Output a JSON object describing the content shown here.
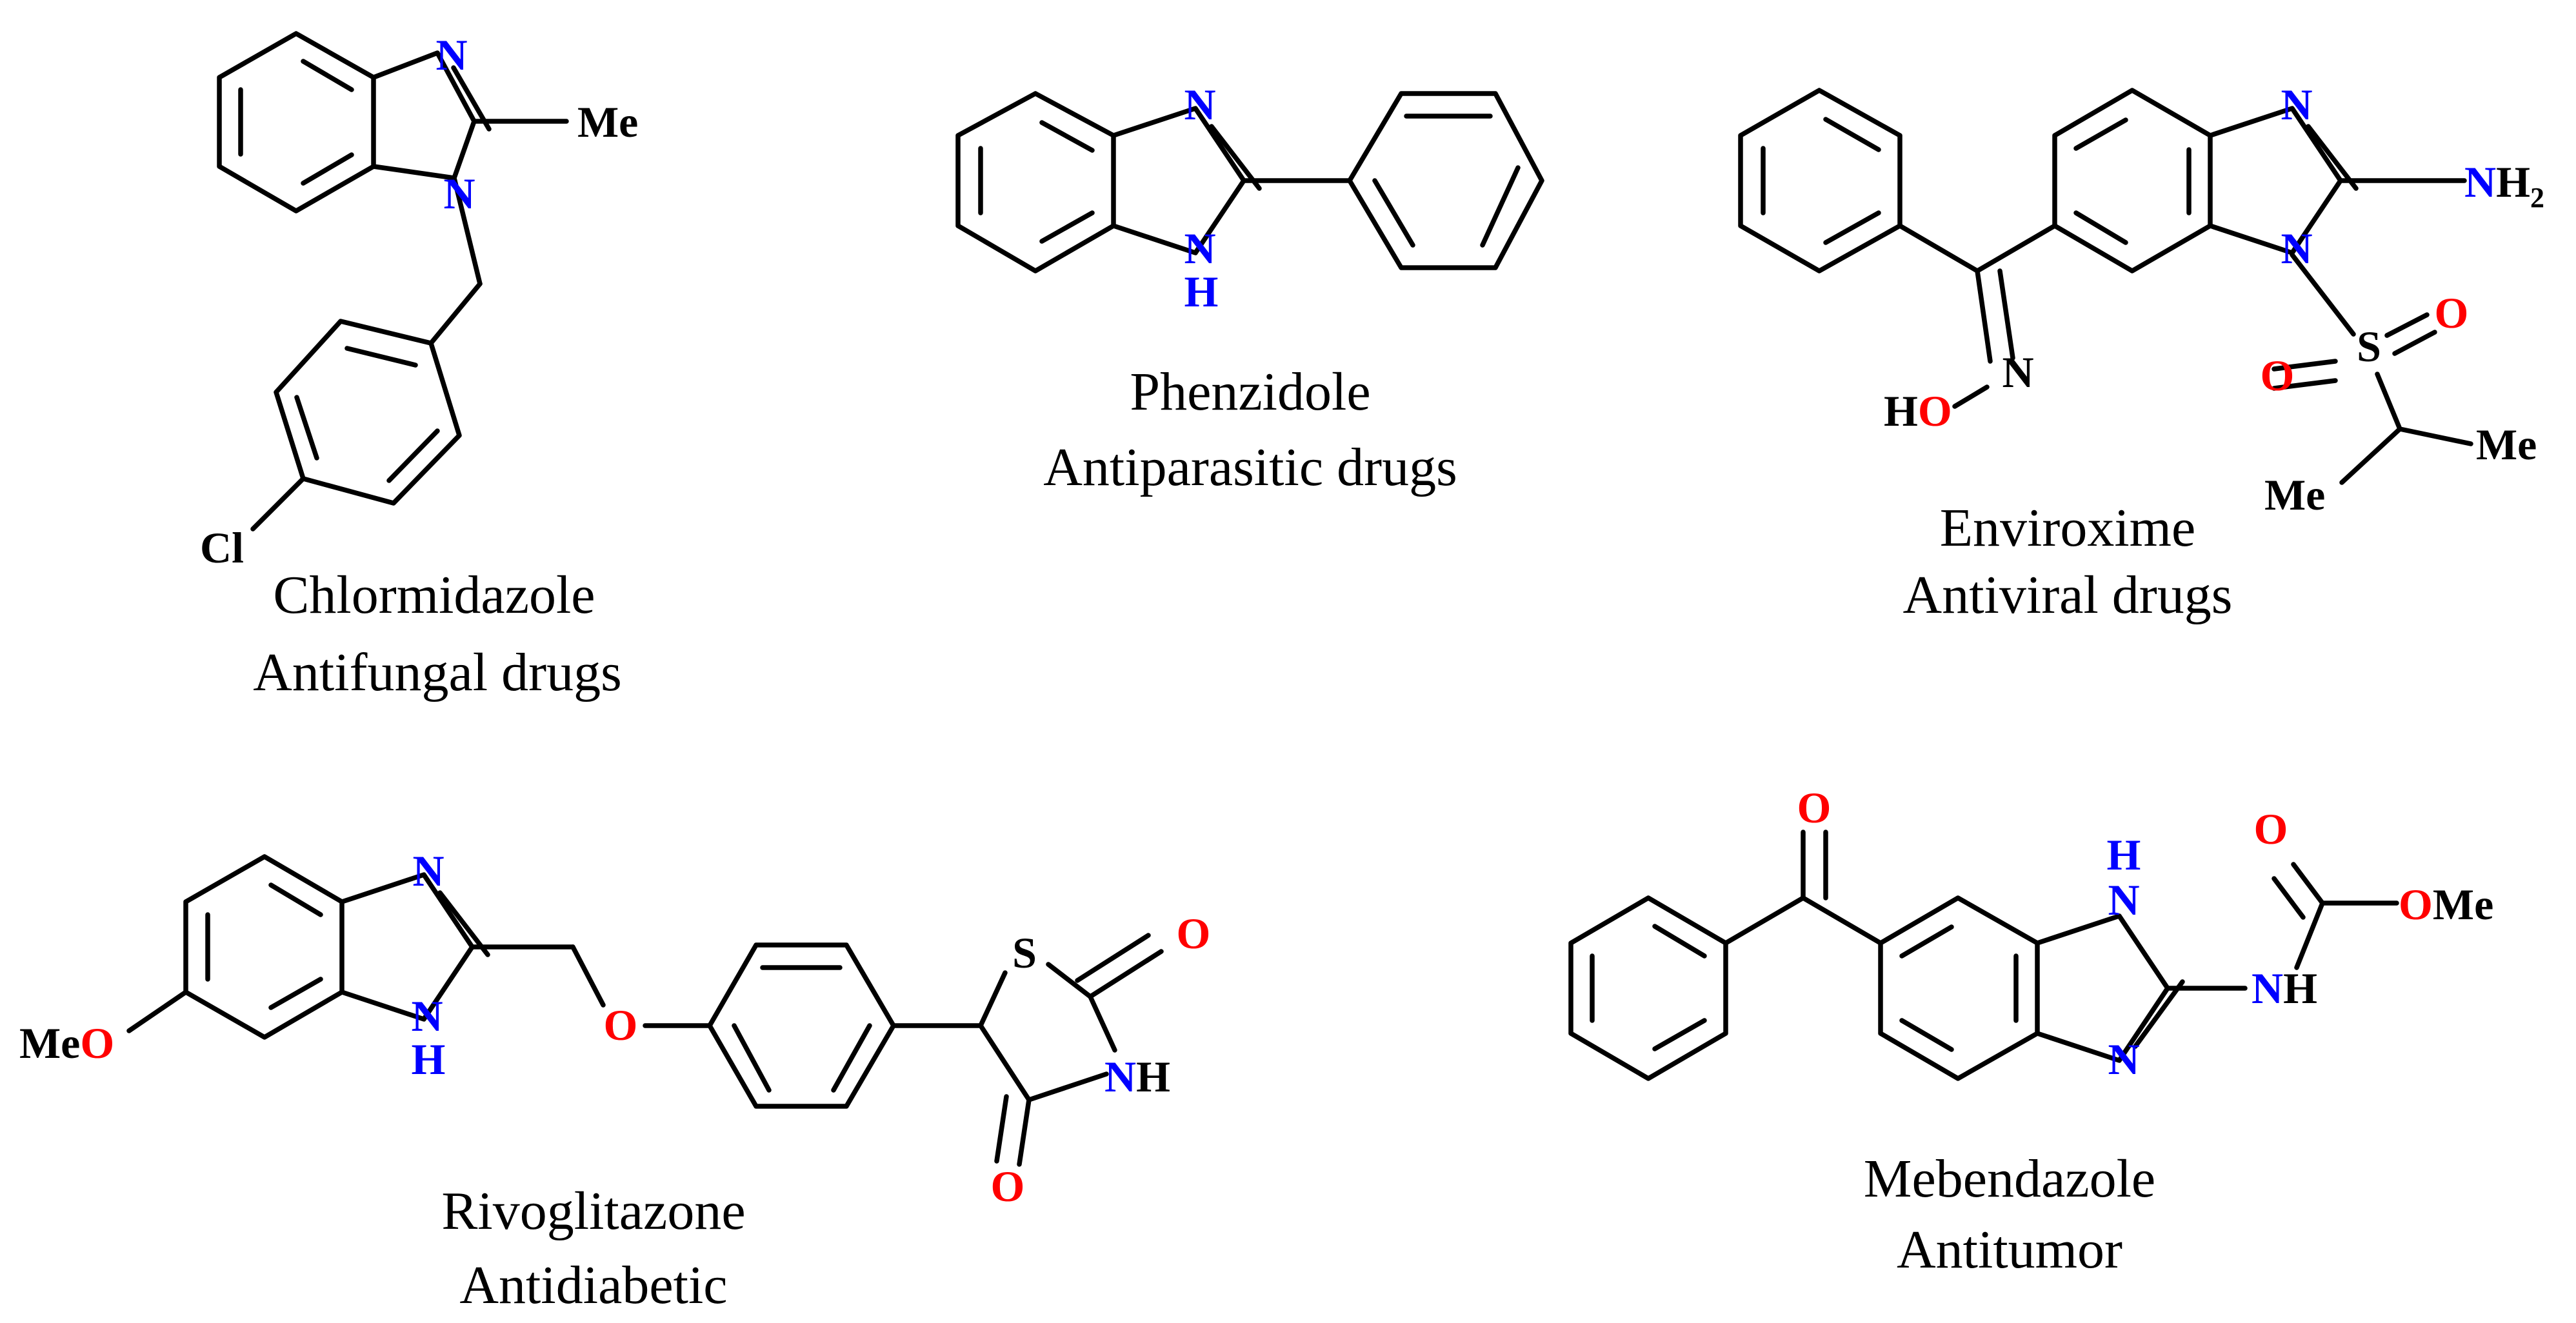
{
  "colors": {
    "bond": "#000000",
    "nitrogen": "#0000ff",
    "oxygen": "#ff0000",
    "carbon_label": "#000000"
  },
  "compounds": {
    "chlormidazole": {
      "name": "Chlormidazole",
      "use": "Antifungal drugs",
      "atoms": {
        "n3": "N",
        "n1": "N",
        "me": "Me",
        "cl": "Cl"
      }
    },
    "phenzidole": {
      "name": "Phenzidole",
      "use": "Antiparasitic drugs",
      "atoms": {
        "n3": "N",
        "nh_n": "N",
        "nh_h": "H"
      }
    },
    "enviroxime": {
      "name": "Enviroxime",
      "use": "Antiviral drugs",
      "atoms": {
        "n3": "N",
        "n1": "N",
        "nh2_n": "N",
        "nh2_h": "H",
        "nh2_sub": "2",
        "s": "S",
        "o_a": "O",
        "o_b": "O",
        "oxime_n": "N",
        "oxime_h": "H",
        "oxime_o": "O",
        "me_a": "Me",
        "me_b": "Me"
      }
    },
    "rivoglitazone": {
      "name": "Rivoglitazone",
      "use": "Antidiabetic",
      "atoms": {
        "n3": "N",
        "nh_n": "N",
        "nh_h": "H",
        "me": "Me",
        "meo_o": "O",
        "ether_o": "O",
        "s": "S",
        "co_o1": "O",
        "co_o2": "O",
        "ring_n": "N",
        "ring_h": "H"
      }
    },
    "mebendazole": {
      "name": "Mebendazole",
      "use": "Antitumor",
      "atoms": {
        "n1_h": "H",
        "n1_n": "N",
        "n3": "N",
        "ketone_o": "O",
        "nh_n": "N",
        "nh_h": "H",
        "carb_o": "O",
        "ester_o": "O",
        "me": "Me"
      }
    }
  }
}
